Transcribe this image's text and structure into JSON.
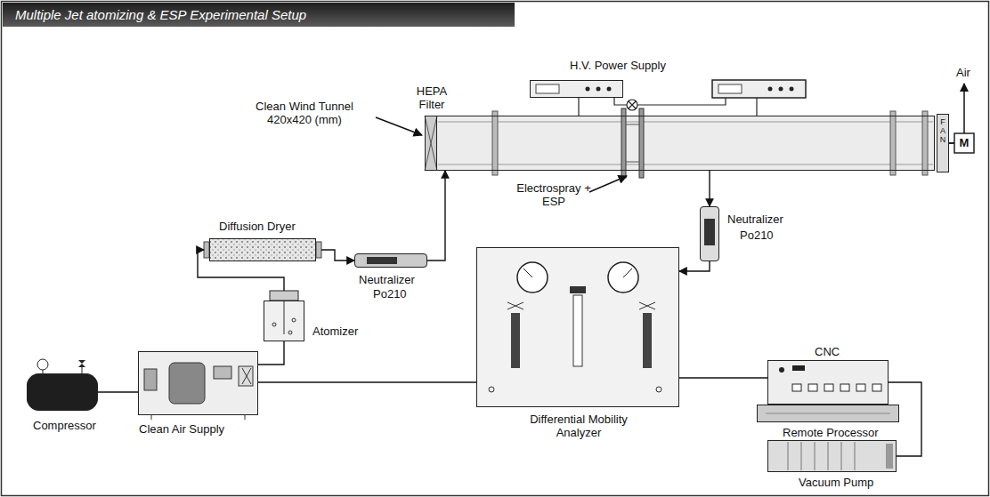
{
  "diagram": {
    "title": "Multiple Jet atomizing & ESP Experimental Setup",
    "nodes": [
      {
        "text": [
          "Clean Wind Tunnel 420x420 (mm)"
        ]
      },
      {
        "text": [
          "HEPA Filter"
        ]
      },
      {
        "text": [
          "H.V. Power Supply"
        ]
      },
      {
        "text": [
          "FAN"
        ]
      },
      {
        "text": [
          "Neutralizer",
          "Po210"
        ]
      },
      {
        "text": [
          "Diffusion Dryer"
        ]
      },
      {
        "text": [
          "Neutralizer",
          "Po210"
        ]
      },
      {
        "text": [
          "Atomizer"
        ]
      },
      {
        "text": [
          "Compressor"
        ]
      },
      {
        "text": [
          "Clean Air Supply"
        ]
      },
      {
        "text": [
          "Differential Mobility Analyzer"
        ]
      },
      {
        "text": [
          "CNC"
        ]
      },
      {
        "text": [
          "Remote Processor"
        ]
      },
      {
        "text": [
          "Vacuum Pump"
        ]
      }
    ],
    "edges": [
      {
        "from": 8,
        "to": 9,
        "arrow": "none"
      },
      {
        "from": 9,
        "to": 7,
        "arrow": "none"
      },
      {
        "from": 9,
        "to": 10,
        "arrow": "none"
      },
      {
        "from": 7,
        "to": 5,
        "arrow": "to"
      },
      {
        "from": 5,
        "to": 6,
        "arrow": "to"
      },
      {
        "from": 6,
        "to": 0,
        "arrow": "to"
      },
      {
        "from": 0,
        "to": 4,
        "arrow": "to"
      },
      {
        "from": 4,
        "to": 10,
        "arrow": "to"
      },
      {
        "from": 10,
        "to": 11,
        "arrow": "none"
      },
      {
        "from": 11,
        "to": 13,
        "arrow": "none"
      }
    ],
    "labels": [
      "Electrospray + ESP",
      "Air",
      "M"
    ]
  }
}
